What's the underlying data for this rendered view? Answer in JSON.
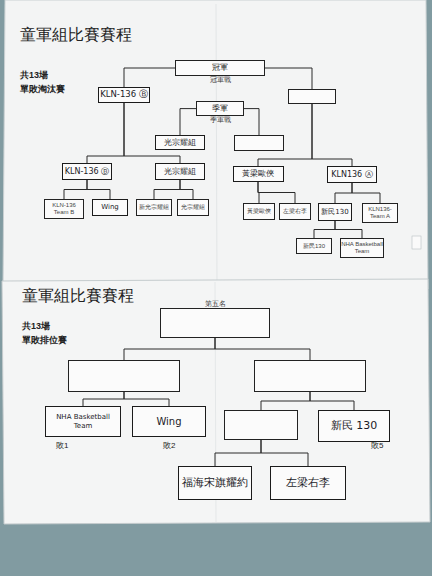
{
  "diagram": {
    "title": "童軍組比賽賽程",
    "nodes": [
      {
        "text": [
          "冠軍",
          "冠軍戰"
        ]
      },
      {
        "text": [
          "KLN-136 Ⓑ"
        ]
      },
      {
        "text": []
      },
      {
        "text": [
          "季軍",
          "季軍戰"
        ]
      },
      {
        "text": [
          "光宗耀組"
        ]
      },
      {
        "text": []
      },
      {
        "text": [
          "KLN-136 Ⓑ"
        ]
      },
      {
        "text": [
          "光宗耀組"
        ]
      },
      {
        "text": [
          "黃梁歐俠"
        ]
      },
      {
        "text": [
          "KLN136 Ⓐ"
        ]
      },
      {
        "text": [
          "KLN-136 Team B"
        ]
      },
      {
        "text": [
          "Wing"
        ]
      },
      {
        "text": [
          "新光宗耀組"
        ]
      },
      {
        "text": [
          "光宗耀組"
        ]
      },
      {
        "text": [
          "黃梁歐俠"
        ]
      },
      {
        "text": [
          "左梁右李"
        ]
      },
      {
        "text": [
          "新民130"
        ]
      },
      {
        "text": [
          "KLN136- Team A"
        ]
      },
      {
        "text": [
          "新民130"
        ]
      },
      {
        "text": [
          "NHA Basketball Team"
        ]
      },
      {
        "text": [
          "第五名"
        ]
      },
      {
        "text": []
      },
      {
        "text": []
      },
      {
        "text": [
          "NHA Basketball Team"
        ]
      },
      {
        "text": [
          "Wing"
        ]
      },
      {
        "text": []
      },
      {
        "text": [
          "新民 130"
        ]
      },
      {
        "text": [
          "福海宋旗耀約"
        ]
      },
      {
        "text": [
          "左梁右李"
        ]
      }
    ],
    "edges": [
      {
        "from": 0,
        "to": 1,
        "arrow": "none"
      },
      {
        "from": 0,
        "to": 2,
        "arrow": "none"
      },
      {
        "from": 1,
        "to": 6,
        "arrow": "none"
      },
      {
        "from": 1,
        "to": 7,
        "arrow": "none"
      },
      {
        "from": 2,
        "to": 8,
        "arrow": "none"
      },
      {
        "from": 2,
        "to": 9,
        "arrow": "none"
      },
      {
        "from": 3,
        "to": 4,
        "arrow": "none"
      },
      {
        "from": 3,
        "to": 5,
        "arrow": "none"
      },
      {
        "from": 6,
        "to": 10,
        "arrow": "none"
      },
      {
        "from": 6,
        "to": 11,
        "arrow": "none"
      },
      {
        "from": 7,
        "to": 12,
        "arrow": "none"
      },
      {
        "from": 7,
        "to": 13,
        "arrow": "none"
      },
      {
        "from": 8,
        "to": 14,
        "arrow": "none"
      },
      {
        "from": 8,
        "to": 15,
        "arrow": "none"
      },
      {
        "from": 9,
        "to": 16,
        "arrow": "none"
      },
      {
        "from": 9,
        "to": 17,
        "arrow": "none"
      },
      {
        "from": 16,
        "to": 18,
        "arrow": "none"
      },
      {
        "from": 16,
        "to": 19,
        "arrow": "none"
      },
      {
        "from": 20,
        "to": 21,
        "arrow": "none"
      },
      {
        "from": 20,
        "to": 22,
        "arrow": "none"
      },
      {
        "from": 21,
        "to": 23,
        "arrow": "none"
      },
      {
        "from": 21,
        "to": 24,
        "arrow": "none"
      },
      {
        "from": 22,
        "to": 25,
        "arrow": "none"
      },
      {
        "from": 22,
        "to": 26,
        "arrow": "none"
      },
      {
        "from": 25,
        "to": 27,
        "arrow": "none"
      },
      {
        "from": 25,
        "to": 28,
        "arrow": "none"
      }
    ],
    "labels": [
      "共13場",
      "單敗淘汰賽",
      "童軍組比賽賽程",
      "共13場",
      "單敗排位賽",
      "敗1",
      "敗2",
      "敗5"
    ]
  }
}
